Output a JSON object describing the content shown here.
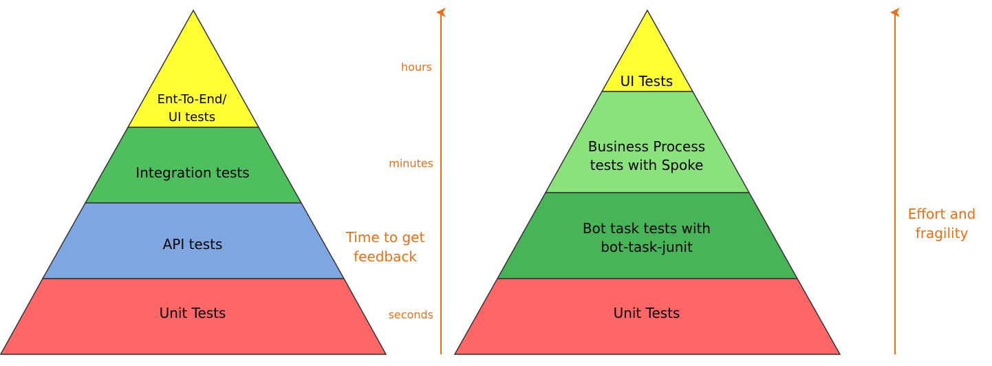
{
  "colors": {
    "yellow": "#FFFF33",
    "green": "#4DC05D",
    "light_green": "#8AE27A",
    "mid_green": "#47B457",
    "blue": "#7EA6E0",
    "red": "#FF6666",
    "axis": "#F06D0F",
    "outline": "#333333"
  },
  "left_pyramid": {
    "layers": [
      {
        "line1": "Ent-To-End/",
        "line2": "UI tests"
      },
      {
        "label": "Integration tests"
      },
      {
        "label": "API tests"
      },
      {
        "label": "Unit Tests"
      }
    ]
  },
  "left_axis": {
    "title_line1": "Time to get",
    "title_line2": "feedback",
    "ticks": [
      "hours",
      "minutes",
      "seconds"
    ]
  },
  "right_pyramid": {
    "layers": [
      {
        "label": "UI Tests"
      },
      {
        "line1": "Business Process",
        "line2": "tests with Spoke"
      },
      {
        "line1": "Bot task tests with",
        "line2": "bot-task-junit"
      },
      {
        "label": "Unit Tests"
      }
    ]
  },
  "right_axis": {
    "title_line1": "Effort and",
    "title_line2": "fragility"
  }
}
